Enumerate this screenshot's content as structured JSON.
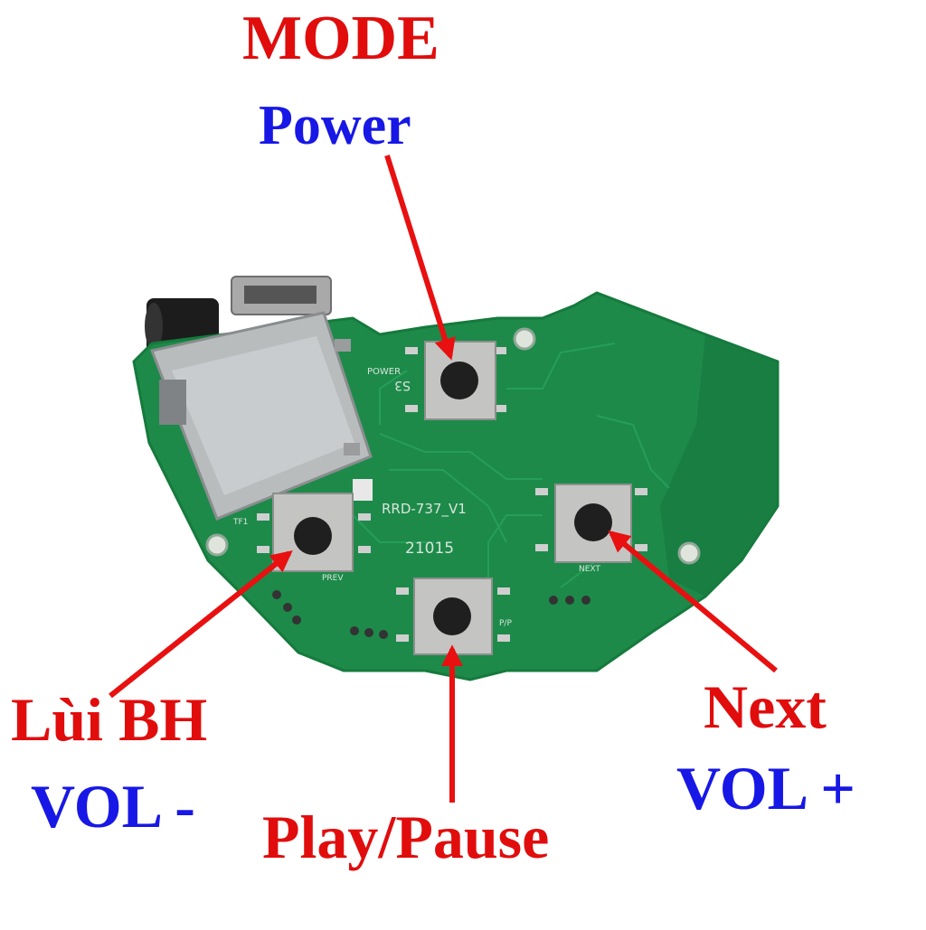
{
  "labels": {
    "mode": "MODE",
    "power": "Power",
    "lui_bh": "Lùi BH",
    "vol_minus": "VOL -",
    "play_pause": "Play/Pause",
    "next": "Next",
    "vol_plus": "VOL +"
  },
  "board": {
    "model": "RRD-737_V1",
    "date_code": "21015",
    "silkscreen": {
      "power": "POWER",
      "s3": "S3",
      "tf": "TF1",
      "prev": "PREV",
      "next": "NEXT",
      "pp": "P/P"
    }
  },
  "colors": {
    "label_red": "#e10d0d",
    "label_blue": "#1717e6",
    "pcb_green": "#1d8a4a",
    "arrow_red": "#e81010"
  }
}
